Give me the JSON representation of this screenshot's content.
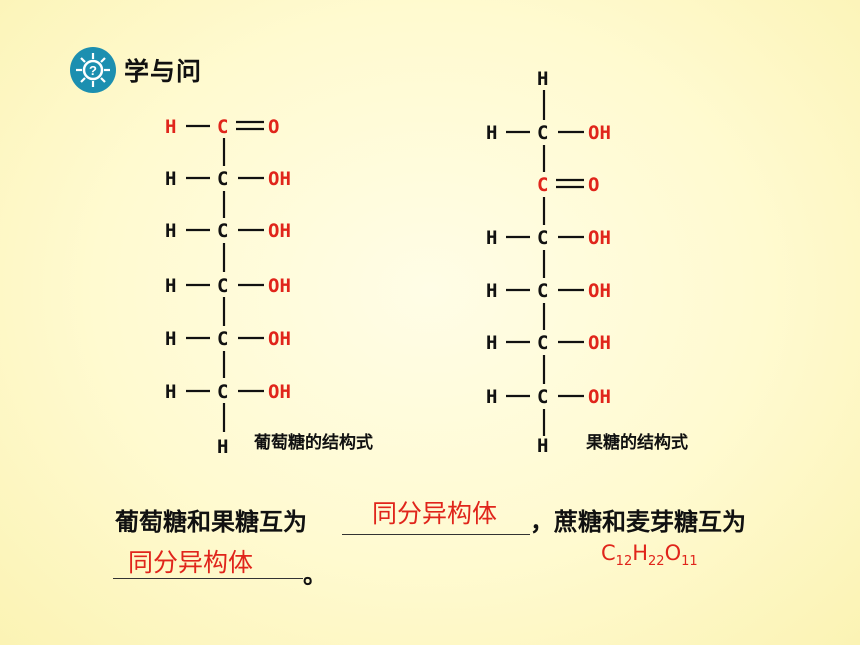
{
  "header": {
    "title": "学与问",
    "icon": "question-gear-icon"
  },
  "atoms": {
    "H": "H",
    "C": "C",
    "O": "O",
    "OH": "OH"
  },
  "glucose": {
    "caption": "葡萄糖的结构式"
  },
  "fructose": {
    "caption": "果糖的结构式"
  },
  "question": {
    "line1_a": "葡萄糖和果糖互为",
    "line1_b": "，蔗糖和麦芽糖互为",
    "line2_end": "。",
    "answer1": "同分异构体",
    "answer2": "同分异构体",
    "formula": {
      "c": "C",
      "c_sub": "12",
      "h": "H",
      "h_sub": "22",
      "o": "O",
      "o_sub": "11"
    }
  },
  "colors": {
    "highlight": "#e0251b",
    "text": "#111111",
    "icon_bg": "#1c8fb0"
  }
}
